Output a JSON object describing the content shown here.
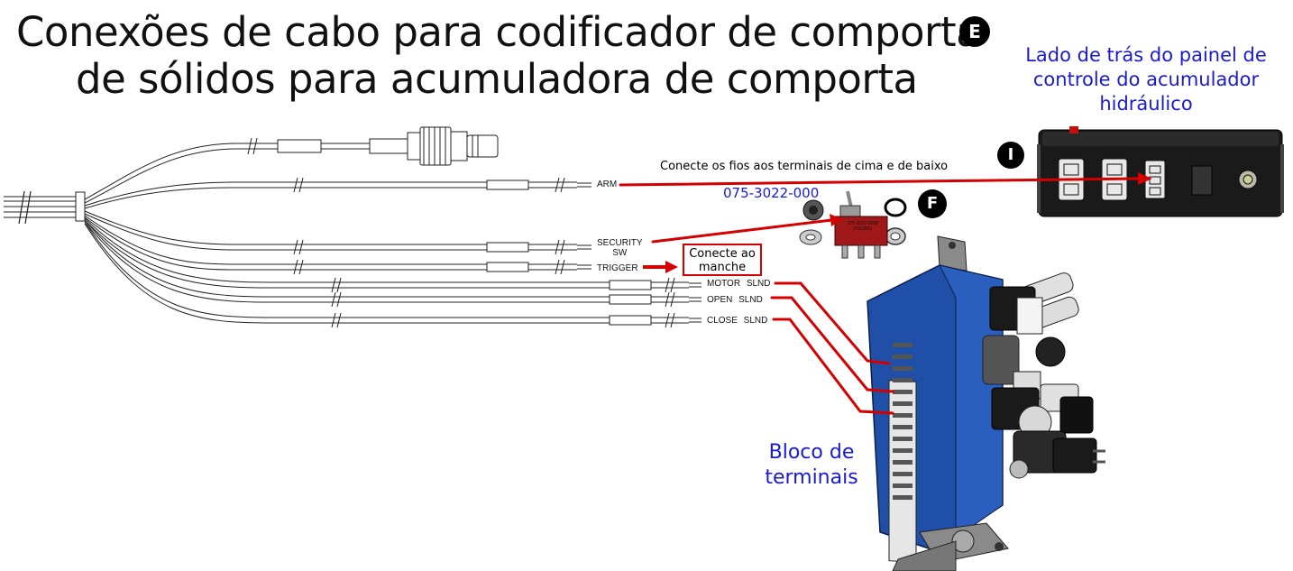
{
  "title": {
    "line1": "Conexões de cabo para codificador de comporta",
    "line2": "de sólidos para acumuladora de comporta",
    "badge": "E"
  },
  "panel": {
    "label": "Lado de trás do painel de controle do acumulador hidráulico",
    "badge": "I"
  },
  "switch": {
    "part_number": "075-3022-000",
    "badge": "F",
    "body_text_1": "075-3022-000B",
    "body_text_2": "P022851"
  },
  "instructions": {
    "arm": "Conecte os fios aos terminais de cima e de baixo",
    "trigger_line1": "Conecte ao",
    "trigger_line2": "manche"
  },
  "wires": {
    "arm": "ARM",
    "security_line1": "SECURITY",
    "security_line2": "SW",
    "trigger": "TRIGGER",
    "motor": "MOTOR SLND",
    "open": "OPEN SLND",
    "close": "CLOSE SLND"
  },
  "terminal_block": {
    "label": "Bloco de terminais"
  },
  "colors": {
    "connection_red": "#d40000",
    "label_blue": "#1a1acf",
    "valve_body_blue": "#1f4fa6"
  }
}
